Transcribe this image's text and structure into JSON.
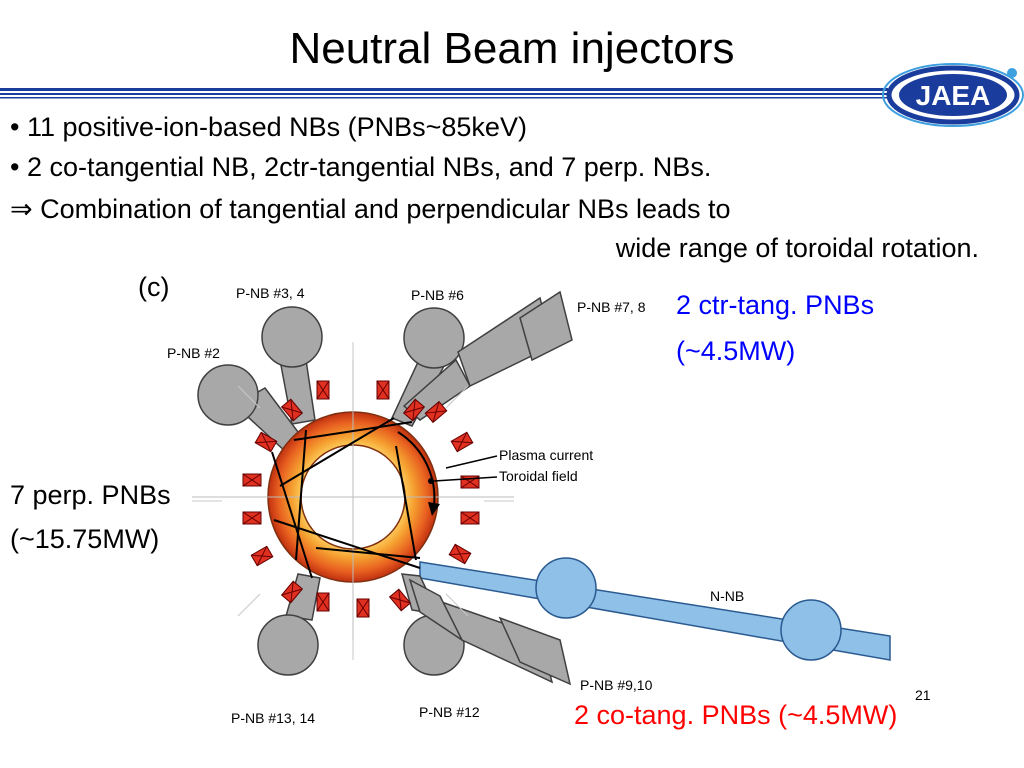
{
  "slide": {
    "title": "Neutral Beam injectors",
    "logo_text": "JAEA",
    "bullets": [
      "• 11 positive-ion-based NBs (PNBs~85keV)",
      "•  2 co-tangential NB, 2ctr-tangential NBs, and 7 perp. NBs.",
      "⇒ Combination of tangential and perpendicular NBs leads to",
      "wide range of toroidal rotation."
    ],
    "panel_label": "(c)",
    "perp_label": "7 perp. PNBs",
    "perp_power": "(~15.75MW)",
    "ctr_label": "2 ctr-tang. PNBs",
    "ctr_power": "(~4.5MW)",
    "co_label": "2 co-tang. PNBs (~4.5MW)",
    "page_number": "21"
  },
  "diagram": {
    "labels": {
      "pnb_3_4": "P-NB #3, 4",
      "pnb_6": "P-NB #6",
      "pnb_7_8": "P-NB #7, 8",
      "pnb_2": "P-NB #2",
      "plasma_current": "Plasma current",
      "toroidal_field": "Toroidal field",
      "nnb": "N-NB",
      "pnb_9_10": "P-NB #9,10",
      "pnb_12": "P-NB #12",
      "pnb_13_14": "P-NB #13, 14"
    }
  },
  "colors": {
    "title_bar_blue": "#1a3c9c",
    "ctr_text": "#0000ff",
    "co_text": "#ff0000",
    "injector_gray": "#a8a8a8",
    "nnb_blue": "#8ec0e8",
    "coil_red": "#e03020"
  }
}
